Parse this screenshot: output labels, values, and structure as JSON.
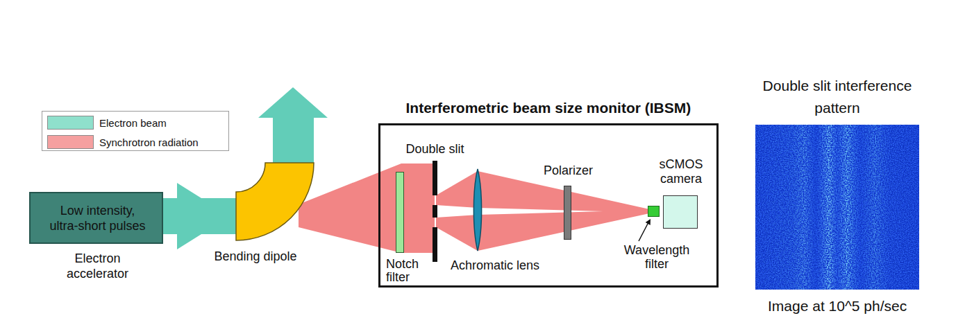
{
  "diagram": {
    "nodes": [
      {
        "text": [
          "Low intensity, ultra-short pulses",
          "Electron accelerator"
        ]
      },
      {
        "text": [
          "Bending dipole"
        ]
      },
      {
        "text": [
          "Interferometric beam size monitor (IBSM)"
        ]
      },
      {
        "text": [
          "Notch filter"
        ],
        "in": 2
      },
      {
        "text": [
          "Double slit"
        ],
        "in": 2
      },
      {
        "text": [
          "Achromatic lens"
        ],
        "in": 2
      },
      {
        "text": [
          "Polarizer"
        ],
        "in": 2
      },
      {
        "text": [
          "Wavelength filter"
        ],
        "in": 2
      },
      {
        "text": [
          "sCMOS camera"
        ],
        "in": 2
      },
      {
        "text": [
          "Double slit interference pattern",
          "Image at 10^5 ph/sec"
        ]
      }
    ],
    "edges": [
      {
        "from": 0,
        "to": 1,
        "arrow": "to"
      }
    ],
    "legend": [
      {
        "text": "Electron beam",
        "color": "#8fe0cc"
      },
      {
        "text": "Synchrotron radiation",
        "color": "#f5a0a0"
      }
    ]
  }
}
